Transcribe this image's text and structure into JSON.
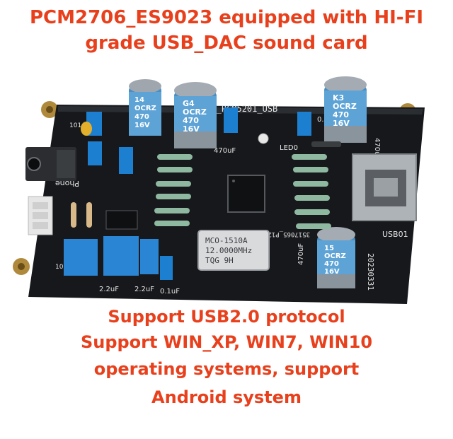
{
  "colors": {
    "accent": "#e8401c",
    "pcb": "#16181b",
    "capacitor_blue": "#5ea3d6",
    "film_cap_blue": "#1d7fd0"
  },
  "headline": {
    "line1": "PCM2706_ES9023 equipped with HI-FI",
    "line2": "grade USB_DAC sound card"
  },
  "features": {
    "line1": "Support USB2.0 protocol",
    "line2": "Support WIN_XP, WIN7, WIN10",
    "line3": "operating systems, support",
    "line4": "Android system"
  },
  "board": {
    "crystal": {
      "line1": "MCO-1510A",
      "line2": "12.0000MHz",
      "line3": "TQG  9H"
    },
    "silkscreen": {
      "model": "PCM2706_PCM5201_USB",
      "board_id": "3517065_P12_240911",
      "usb": "USB01",
      "date": "20230331",
      "phone": "Phone",
      "led": "LED0",
      "cap_470uf_right": "470uF",
      "cap_470uf_mid": "470uF",
      "cap_01uf_top": "0.1uF",
      "film_22uf_a": "2.2uF",
      "film_22uf_b": "2.2uF",
      "cap_01uf_bottom": "0.1uF",
      "cap_470uf_small": "470uF",
      "c1_label": "101",
      "c2_label": "101"
    },
    "capacitors": {
      "cap1": {
        "line1": "14",
        "line2": "OCRZ",
        "line3": "470",
        "line4": "16V"
      },
      "cap2": {
        "line1": "G4",
        "line2": "OCRZ",
        "line3": "470",
        "line4": "16V"
      },
      "cap3": {
        "line1": "K3",
        "line2": "OCRZ",
        "line3": "470",
        "line4": "16V"
      },
      "cap4": {
        "line1": "15",
        "line2": "OCRZ",
        "line3": "470",
        "line4": "16V"
      }
    }
  }
}
